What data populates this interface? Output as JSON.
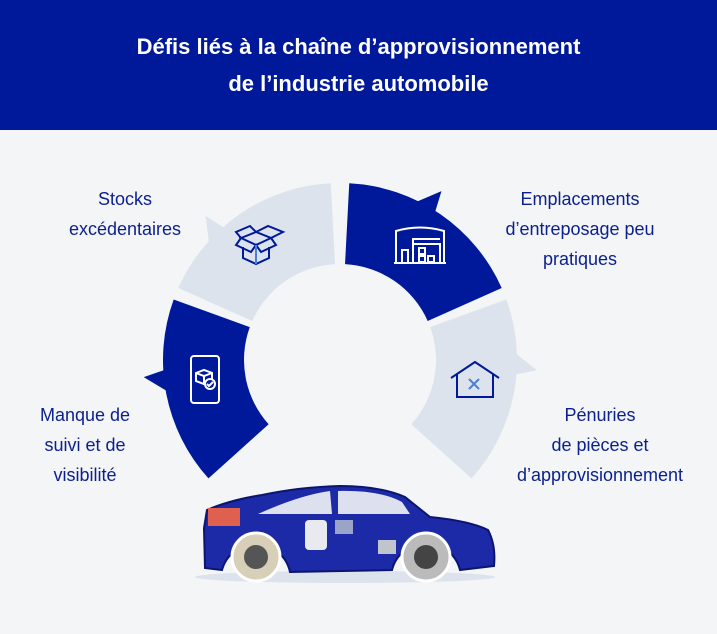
{
  "header": {
    "title_line1": "Défis liés à la chaîne d’approvisionnement",
    "title_line2": "de l’industrie automobile"
  },
  "segments": [
    {
      "icon": "open-box-icon",
      "line1": "Stocks",
      "line2": "excédentaires"
    },
    {
      "icon": "warehouse-icon",
      "line1": "Emplacements",
      "line2": "d’entreposage peu",
      "line3": "pratiques"
    },
    {
      "icon": "house-x-icon",
      "line1": "Pénuries",
      "line2": "de pièces et",
      "line3": "d’approvisionnement"
    },
    {
      "icon": "phone-tracking-icon",
      "line1": "Manque de",
      "line2": "suivi et de",
      "line3": "visibilité"
    }
  ],
  "colors": {
    "dark": "#00199a",
    "light": "#dde3ec",
    "text": "#0b1f8f",
    "background": "#f3f5f6"
  }
}
